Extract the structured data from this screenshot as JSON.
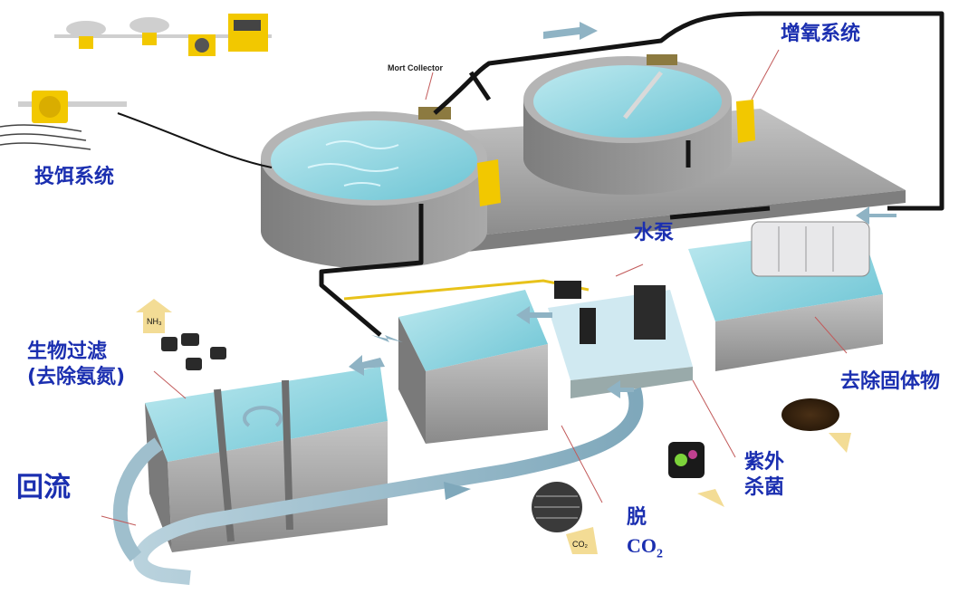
{
  "labels": {
    "feeding_system": "投饵系统",
    "aeration_system": "增氧系统",
    "mort_collector": "Mort Collector",
    "water_pump": "水泵",
    "bio_filter_line1": "生物过滤",
    "bio_filter_line2": "(去除氨氮)",
    "solids_removal": "去除固体物",
    "uv_line1": "紫外",
    "uv_line2": "杀菌",
    "degas_line1": "脱",
    "degas_co2": "CO",
    "degas_sub": "2",
    "return_flow": "回流",
    "nh3_tag": "NH₃",
    "co2_tag": "CO₂"
  },
  "colors": {
    "label_blue": "#1b2fb0",
    "water": "#7fd0dc",
    "concrete": "#9a9a9a",
    "flow_arrow": "#8fb3c4",
    "pipe": "#141414",
    "pipe_yellow": "#e8c21a",
    "equipment_yellow": "#f2c800"
  }
}
